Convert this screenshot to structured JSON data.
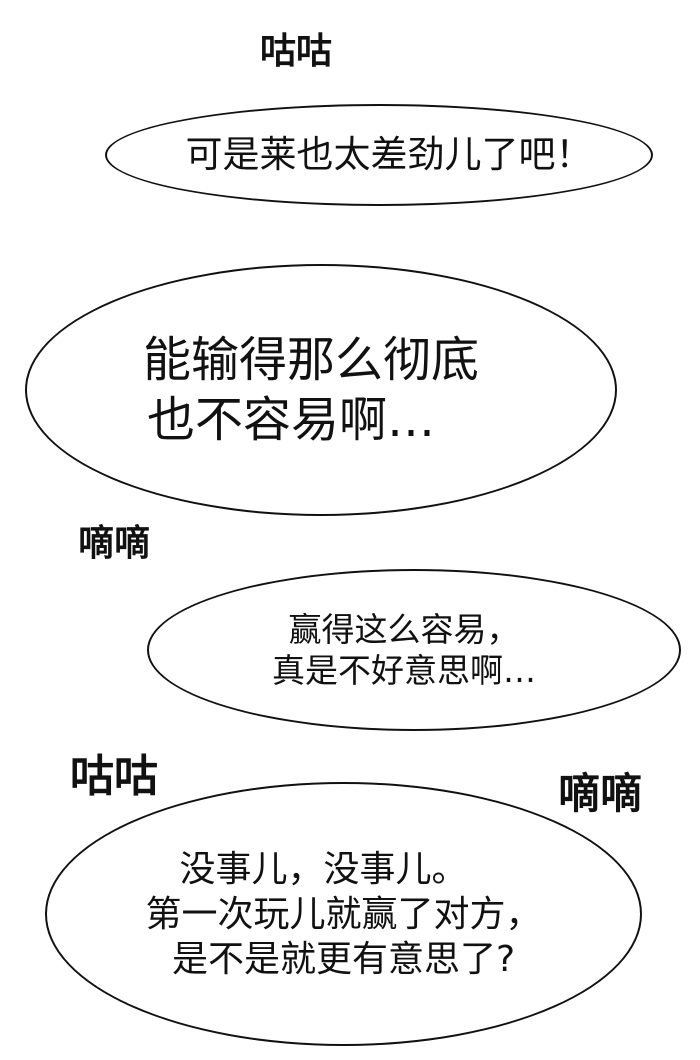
{
  "sound_effects": [
    "咕咕",
    "嘀嘀",
    "咕咕",
    "嘀嘀"
  ],
  "bubbles": [
    {
      "lines": [
        "可是莱也太差劲儿了吧！"
      ]
    },
    {
      "lines": [
        "能输得那么彻底",
        "也不容易啊…"
      ]
    },
    {
      "lines": [
        "赢得这么容易，",
        "真是不好意思啊…"
      ]
    },
    {
      "lines": [
        "没事儿，没事儿。",
        "第一次玩儿就赢了对方，",
        "是不是就更有意思了?"
      ]
    }
  ]
}
